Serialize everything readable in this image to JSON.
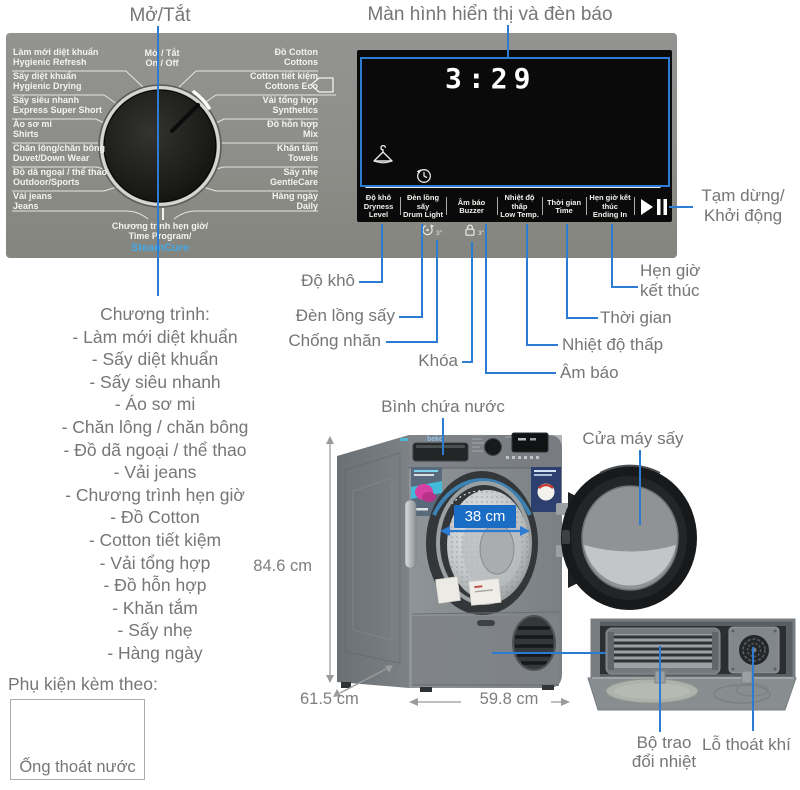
{
  "colors": {
    "accent_blue": "#2b7cd2",
    "steamcure_blue": "#45a7e3",
    "badge_blue": "#1a6cc4",
    "panel_gray": "#8d8d89",
    "label_gray": "#767676"
  },
  "callouts": {
    "power": "Mở/Tắt",
    "display": "Màn hình hiển thị và đèn báo",
    "pause_line1": "Tạm dừng/",
    "pause_line2": "Khởi động",
    "dryness": "Độ khô",
    "drum_light": "Đèn lồng sấy",
    "anti_crease": "Chống nhăn",
    "lock": "Khóa",
    "buzzer": "Âm báo",
    "low_temp": "Nhiệt độ thấp",
    "time": "Thời gian",
    "ending_line1": "Hẹn giờ",
    "ending_line2": "kết thúc"
  },
  "panel": {
    "power": {
      "vi": "Mở / Tắt",
      "en": "On / Off"
    },
    "left_programs": [
      {
        "vi": "Làm mới diệt khuẩn",
        "en": "Hygienic Refresh"
      },
      {
        "vi": "Sấy diệt khuẩn",
        "en": "Hygienic Drying"
      },
      {
        "vi": "Sấy siêu nhanh",
        "en": "Express Super Short"
      },
      {
        "vi": "Áo sơ mi",
        "en": "Shirts"
      },
      {
        "vi": "Chăn lông/chăn bông",
        "en": "Duvet/Down Wear"
      },
      {
        "vi": "Đồ dã ngoại / thể thao",
        "en": "Outdoor/Sports"
      },
      {
        "vi": "Vải jeans",
        "en": "Jeans"
      }
    ],
    "right_programs": [
      {
        "vi": "Đồ Cotton",
        "en": "Cottons"
      },
      {
        "vi": "Cotton tiết kiệm",
        "en": "Cottons Eco"
      },
      {
        "vi": "Vải tổng hợp",
        "en": "Synthetics"
      },
      {
        "vi": "Đồ hỗn hợp",
        "en": "Mix"
      },
      {
        "vi": "Khăn tắm",
        "en": "Towels"
      },
      {
        "vi": "Sấy nhẹ",
        "en": "GentleCare"
      },
      {
        "vi": "Hàng ngày",
        "en": "Daily"
      }
    ],
    "dial_caption": {
      "line1": "Chương trình hẹn giờ/",
      "line2": "Time Program/",
      "line3": "SteamCure"
    }
  },
  "console": {
    "time": "3:29",
    "buttons": [
      {
        "vi": "Độ khô",
        "en": "Dryness Level"
      },
      {
        "vi": "Đèn lồng sấy",
        "en": "Drum Light"
      },
      {
        "vi": "Âm báo",
        "en": "Buzzer"
      },
      {
        "vi": "Nhiệt độ thấp",
        "en": "Low Temp."
      },
      {
        "vi": "Thời gian",
        "en": "Time"
      },
      {
        "vi": "Hẹn giờ kết thúc",
        "en": "Ending In"
      }
    ],
    "hold_drum_light": "3″",
    "hold_lock": "3″"
  },
  "program_list": {
    "title": "Chương trình:",
    "items": [
      "- Làm mới diệt khuẩn",
      "- Sấy diệt khuẩn",
      "- Sấy siêu nhanh",
      "- Áo sơ mi",
      "- Chăn lông / chăn bông",
      "- Đồ dã ngoại / thể thao",
      "- Vải jeans",
      "- Chương trình hẹn giờ",
      "- Đồ Cotton",
      "- Cotton tiết kiệm",
      "- Vải tổng hợp",
      "- Đồ hỗn hợp",
      "- Khăn tắm",
      "- Sấy nhẹ",
      "- Hàng ngày"
    ]
  },
  "machine": {
    "brand": "beko",
    "water_tank": "Bình chứa nước",
    "door": "Cửa máy sấy",
    "heat_exchanger_line1": "Bộ trao",
    "heat_exchanger_line2": "đổi nhiệt",
    "air_vent": "Lỗ thoát khí",
    "height": "84.6 cm",
    "depth": "61.5 cm",
    "width": "59.8 cm",
    "drum_diameter": "38 cm"
  },
  "accessories": {
    "title": "Phụ kiện kèm theo:",
    "hose_caption": "Ống thoát nước"
  }
}
